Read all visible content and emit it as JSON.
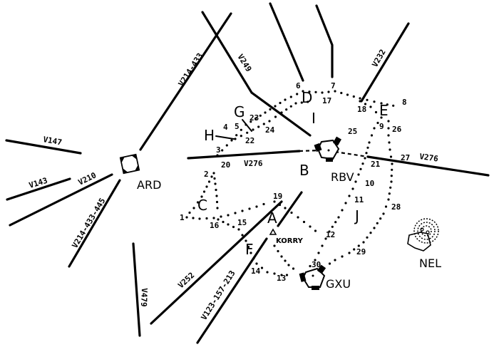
{
  "title": "Airway / navigation route diagram",
  "stations": [
    {
      "id": "ARD",
      "label": "ARD",
      "type": "vor-dme"
    },
    {
      "id": "RBV",
      "label": "RBV",
      "type": "vortac"
    },
    {
      "id": "GXU",
      "label": "GXU",
      "type": "vortac"
    },
    {
      "id": "NEL",
      "label": "NEL",
      "type": "airport"
    },
    {
      "id": "KORRY",
      "label": "KORRY",
      "type": "intersection"
    }
  ],
  "airways": [
    "V147",
    "V143",
    "V210",
    "V214-433-445",
    "V214-433",
    "V249",
    "V232",
    "V276",
    "V276",
    "V252",
    "V123-157-213",
    "V479"
  ],
  "area_letters": [
    "A",
    "B",
    "C",
    "D",
    "E",
    "F",
    "G",
    "H",
    "I",
    "J"
  ],
  "waypoint_numbers": [
    "1",
    "2",
    "3",
    "4",
    "5",
    "6",
    "7",
    "8",
    "9",
    "10",
    "11",
    "12",
    "13",
    "14",
    "15",
    "16",
    "17",
    "18",
    "19",
    "20",
    "21",
    "22",
    "23",
    "24",
    "25",
    "26",
    "27",
    "28",
    "29",
    "30"
  ]
}
